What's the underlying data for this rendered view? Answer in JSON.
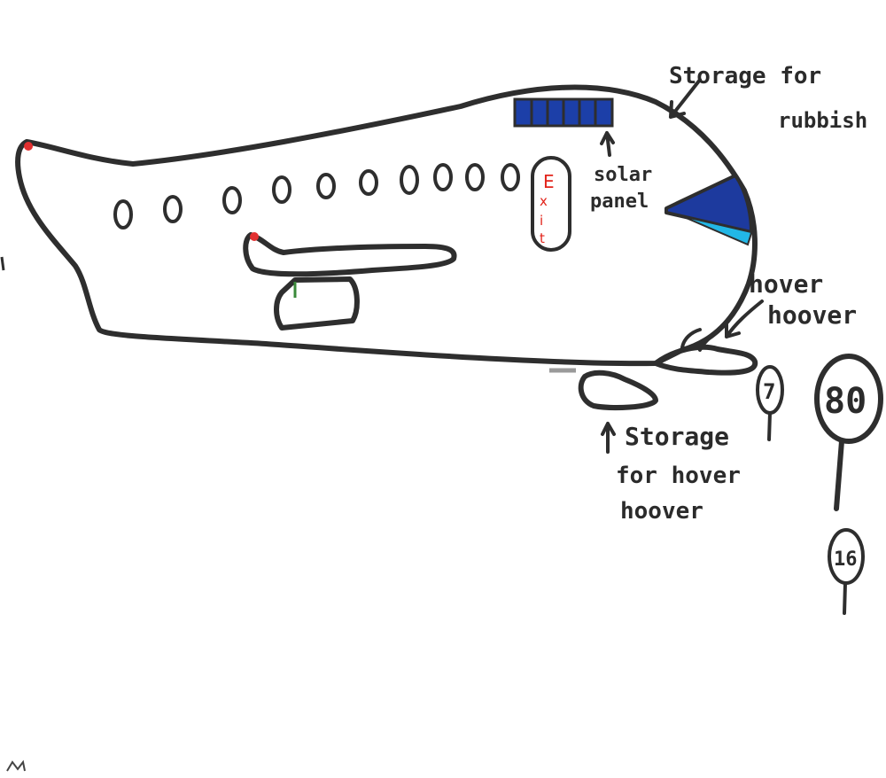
{
  "labels": {
    "storage_rubbish_line1": "Storage for",
    "storage_rubbish_line2": "rubbish",
    "solar_line1": "solar",
    "solar_line2": "panel",
    "hover_line1": "hover",
    "hover_line2": "hoover",
    "storage_hover_line1": "Storage",
    "storage_hover_line2": "for hover",
    "storage_hover_line3": "hoover",
    "exit_letters": [
      "E",
      "x",
      "i",
      "t"
    ]
  },
  "signs": [
    {
      "value": "7"
    },
    {
      "value": "80"
    },
    {
      "value": "16"
    }
  ],
  "colors": {
    "ink": "#2e2e2e",
    "solar_panel": "#1c3fa8",
    "windshield_dark": "#1d3a9e",
    "windshield_light": "#22b7e6",
    "exit_text": "#e2241b",
    "accent_red": "#e23030",
    "accent_green": "#3a8a3a"
  }
}
